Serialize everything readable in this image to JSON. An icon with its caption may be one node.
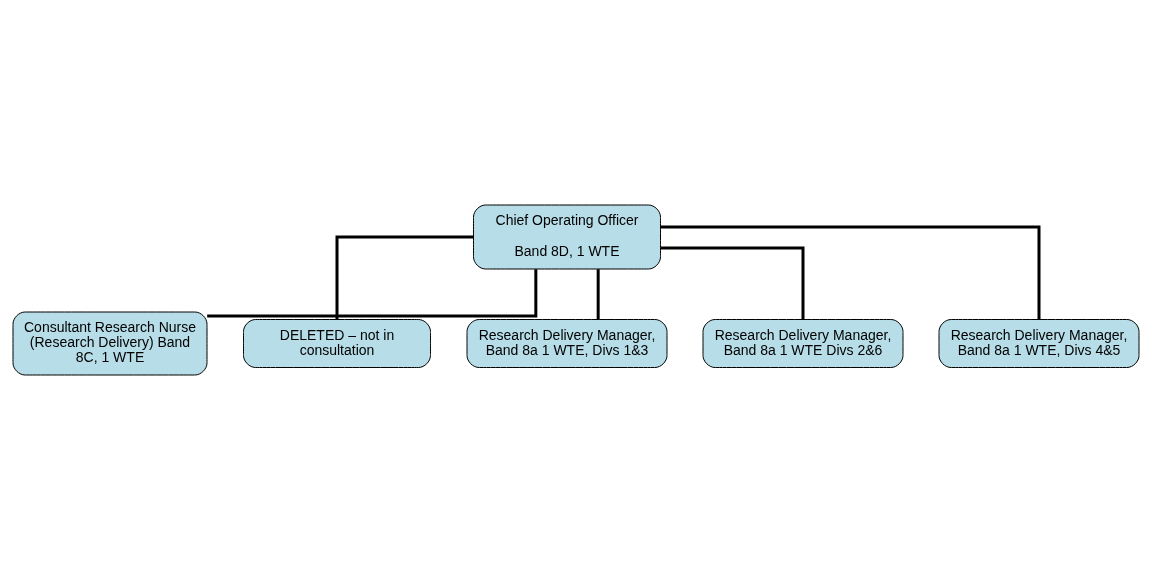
{
  "diagram": {
    "nodes": [
      {
        "text": [
          "Chief Operating Officer",
          "Band 8D, 1 WTE"
        ]
      },
      {
        "text": [
          "Consultant Research Nurse (Research Delivery) Band 8C, 1 WTE"
        ]
      },
      {
        "text": [
          "DELETED – not in consultation"
        ]
      },
      {
        "text": [
          "Research Delivery Manager, Band 8a 1 WTE, Divs 1&3"
        ]
      },
      {
        "text": [
          "Research Delivery Manager, Band 8a 1 WTE Divs 2&6"
        ]
      },
      {
        "text": [
          "Research Delivery Manager, Band 8a 1 WTE, Divs 4&5"
        ]
      }
    ],
    "edges": [
      {
        "from": 0,
        "to": 1,
        "arrow": "none"
      },
      {
        "from": 0,
        "to": 2,
        "arrow": "none"
      },
      {
        "from": 0,
        "to": 3,
        "arrow": "none"
      },
      {
        "from": 0,
        "to": 4,
        "arrow": "none"
      },
      {
        "from": 0,
        "to": 5,
        "arrow": "none"
      }
    ]
  }
}
